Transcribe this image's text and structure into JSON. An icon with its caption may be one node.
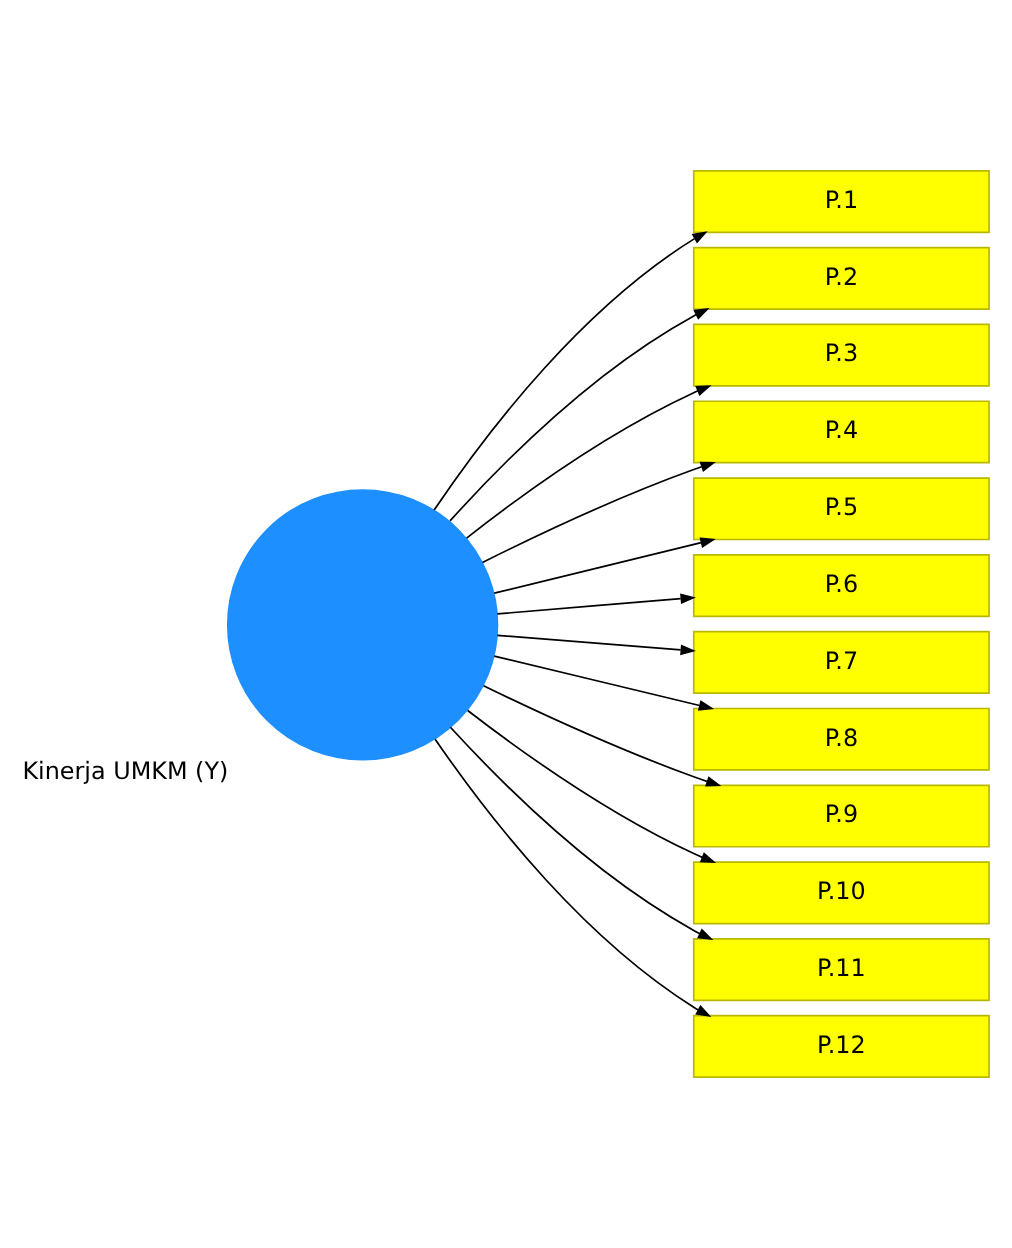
{
  "diagram": {
    "nodes": [
      {
        "text": [],
        "shape": "circle",
        "beside": [
          "Kinerja UMKM (Y)"
        ]
      },
      {
        "text": [
          "P.1"
        ]
      },
      {
        "text": [
          "P.2"
        ]
      },
      {
        "text": [
          "P.3"
        ]
      },
      {
        "text": [
          "P.4"
        ]
      },
      {
        "text": [
          "P.5"
        ]
      },
      {
        "text": [
          "P.6"
        ]
      },
      {
        "text": [
          "P.7"
        ]
      },
      {
        "text": [
          "P.8"
        ]
      },
      {
        "text": [
          "P.9"
        ]
      },
      {
        "text": [
          "P.10"
        ]
      },
      {
        "text": [
          "P.11"
        ]
      },
      {
        "text": [
          "P.12"
        ]
      }
    ],
    "edges": [
      {
        "from": 0,
        "to": 1,
        "arrow": "to"
      },
      {
        "from": 0,
        "to": 2,
        "arrow": "to"
      },
      {
        "from": 0,
        "to": 3,
        "arrow": "to"
      },
      {
        "from": 0,
        "to": 4,
        "arrow": "to"
      },
      {
        "from": 0,
        "to": 5,
        "arrow": "to"
      },
      {
        "from": 0,
        "to": 6,
        "arrow": "to"
      },
      {
        "from": 0,
        "to": 7,
        "arrow": "to"
      },
      {
        "from": 0,
        "to": 8,
        "arrow": "to"
      },
      {
        "from": 0,
        "to": 9,
        "arrow": "to"
      },
      {
        "from": 0,
        "to": 10,
        "arrow": "to"
      },
      {
        "from": 0,
        "to": 11,
        "arrow": "to"
      },
      {
        "from": 0,
        "to": 12,
        "arrow": "to"
      }
    ]
  }
}
